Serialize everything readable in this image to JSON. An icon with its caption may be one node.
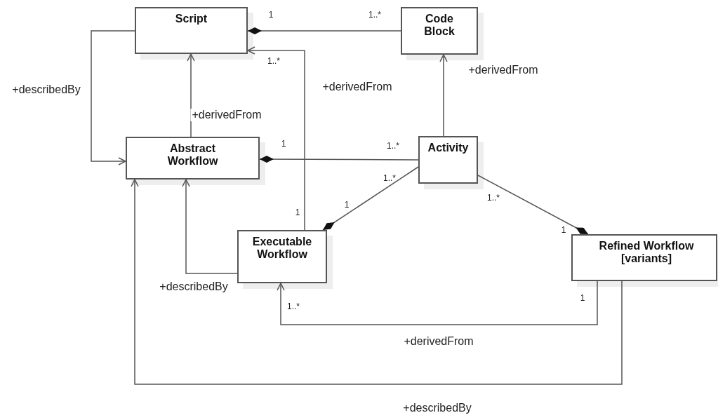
{
  "diagram": {
    "nodes": [
      {
        "text": [
          "Script"
        ]
      },
      {
        "text": [
          "Code Block"
        ]
      },
      {
        "text": [
          "Abstract Workflow"
        ]
      },
      {
        "text": [
          "Activity"
        ]
      },
      {
        "text": [
          "Executable Workflow"
        ]
      },
      {
        "text": [
          "Refined Workflow [variants]"
        ]
      }
    ],
    "edges": [
      {
        "from": 1,
        "to": 0,
        "arrow": "other"
      },
      {
        "from": 0,
        "to": 2,
        "arrow": "to",
        "label": "+describedBy"
      },
      {
        "from": 2,
        "to": 0,
        "arrow": "to",
        "label": "+derivedFrom"
      },
      {
        "from": 4,
        "to": 0,
        "arrow": "to",
        "label": "+derivedFrom"
      },
      {
        "from": 3,
        "to": 1,
        "arrow": "to",
        "label": "+derivedFrom"
      },
      {
        "from": 3,
        "to": 2,
        "arrow": "other"
      },
      {
        "from": 3,
        "to": 4,
        "arrow": "other"
      },
      {
        "from": 3,
        "to": 5,
        "arrow": "other"
      },
      {
        "from": 4,
        "to": 2,
        "arrow": "to",
        "label": "+describedBy"
      },
      {
        "from": 5,
        "to": 4,
        "arrow": "to",
        "label": "+derivedFrom"
      },
      {
        "from": 5,
        "to": 2,
        "arrow": "to",
        "label": "+describedBy"
      }
    ],
    "labels": [
      "1",
      "1..*",
      "1..*",
      "1",
      "1..*",
      "1..*",
      "1",
      "1",
      "1..*",
      "1",
      "1",
      "1..*"
    ]
  }
}
